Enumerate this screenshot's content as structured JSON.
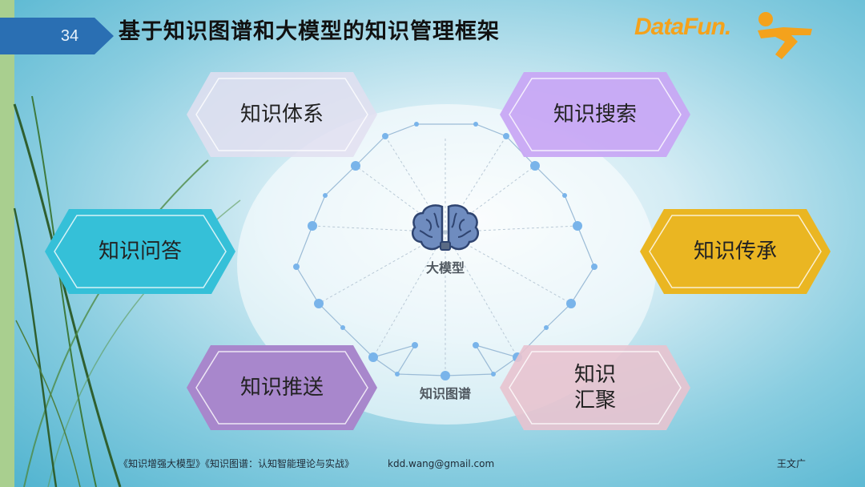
{
  "slide": {
    "page_number": "34",
    "title": "基于知识图谱和大模型的知识管理框架"
  },
  "logo": {
    "brand_text": "DataFun.",
    "brand_color": "#f4a21c"
  },
  "diagram": {
    "center_label": "大模型",
    "graph_label": "知识图谱",
    "hexagons": [
      {
        "id": "knowledge-system",
        "label": "知识体系",
        "fill": "#e2dff0"
      },
      {
        "id": "knowledge-search",
        "label": "知识搜索",
        "fill": "#c8a8f4"
      },
      {
        "id": "knowledge-qa",
        "label": "知识问答",
        "fill": "#35c0d8"
      },
      {
        "id": "knowledge-inherit",
        "label": "知识传承",
        "fill": "#eab622"
      },
      {
        "id": "knowledge-push",
        "label": "知识推送",
        "fill": "#a887cc"
      },
      {
        "id": "knowledge-gather",
        "label_line1": "知识",
        "label_line2": "汇聚",
        "fill": "#e8c3cf"
      }
    ]
  },
  "footer": {
    "books": "《知识增强大模型》《知识图谱：认知智能理论与实战》",
    "email": "kdd.wang@gmail.com",
    "author": "王文广"
  }
}
